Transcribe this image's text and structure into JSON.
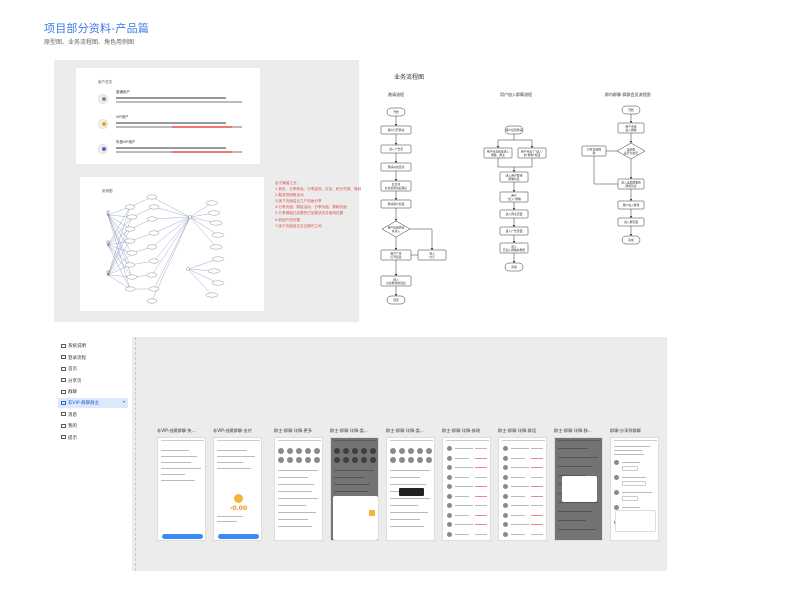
{
  "page": {
    "title": "项目部分资料-产品篇",
    "subtitle": "原型图、业务流程图、角色用例图"
  },
  "roles_card": {
    "header": "用户总览",
    "roles": [
      {
        "name": "普通用户",
        "color": "#8a8a8a"
      },
      {
        "name": "VIP用户",
        "color": "#e6a817"
      },
      {
        "name": "年度VIP用户",
        "color": "#7b4fd0"
      }
    ]
  },
  "mind_card": {
    "header": "用例图"
  },
  "notes": [
    "由于篇幅之分，",
    "1.首页、分享商品、分享返现、红包、积分兑换、商城",
    "2.裂变拼团等活动",
    "3.版下页面结合之产品画分享",
    "4.分享页面，群组活动，分享页面，群聊页面",
    "5.分享弹窗已加载的已加载状态并使用处置",
    "6.新用户的处置",
    "7.版下页面结合交互操作之间"
  ],
  "flow": {
    "title": "业务流程图",
    "lanes": [
      {
        "title": "邀请流程",
        "steps": [
          "开始",
          "用户打开邀请",
          "进入广告页",
          "邀请好友链接",
          "已打开\n好友受邀请后确认",
          "邀请用户加载",
          "用户接受邀请\n并进入",
          "用户广告\n打开链接",
          "进入\n分享",
          "进入\n好友群组的链接",
          "结束"
        ]
      },
      {
        "title": "用户加入群聊流程",
        "steps": [
          "用户接到邀请",
          "用户点击链接进入\n群聊、群主",
          "用户点击了\"进入\"\n的\"群聊\"按钮",
          "进入用户群组\n群聊列表",
          "用户\n\"加入\"群聊",
          "进入群主页面",
          "进入广告页面",
          "进入\n已加入群聊的群组",
          "完成"
        ]
      },
      {
        "title": "群内群聊-群群会员流程图",
        "steps": [
          "开始",
          "用户点击\n进入群聊",
          "当前群\n是否为会员",
          "打开普通群\n聊",
          "进入当前群聊的\n群组列表",
          "用户进入群组",
          "进入群页面",
          "完成"
        ]
      }
    ]
  },
  "sidebar": {
    "items": [
      {
        "label": "系统说明",
        "active": false
      },
      {
        "label": "登录流程",
        "active": false
      },
      {
        "label": "首页",
        "active": false
      },
      {
        "label": "分享页",
        "active": false
      },
      {
        "label": "群聊",
        "active": false
      },
      {
        "label": "非VIP-群聊群主",
        "active": true
      },
      {
        "label": "消息",
        "active": false
      },
      {
        "label": "我的",
        "active": false
      },
      {
        "label": "提示",
        "active": false
      }
    ]
  },
  "phones": [
    {
      "title": "非VIP-创建群聊-失...",
      "style": "form"
    },
    {
      "title": "非VIP-创建群聊-支付",
      "style": "pay",
      "amount": "-0.00"
    },
    {
      "title": "群主-群聊-详情-更多",
      "style": "grid"
    },
    {
      "title": "群主-群聊-详情-类...",
      "style": "sheet"
    },
    {
      "title": "群主-群聊-详情-类...",
      "style": "toast"
    },
    {
      "title": "群主-群聊-详情-修改",
      "style": "list"
    },
    {
      "title": "群主-群聊-详情-群设",
      "style": "list"
    },
    {
      "title": "群主-群聊-详情-删...",
      "style": "listdark"
    },
    {
      "title": "群主-群聊-详情-移...",
      "style": "modal"
    },
    {
      "title": "群聊-分享到群聊",
      "style": "chat"
    }
  ]
}
